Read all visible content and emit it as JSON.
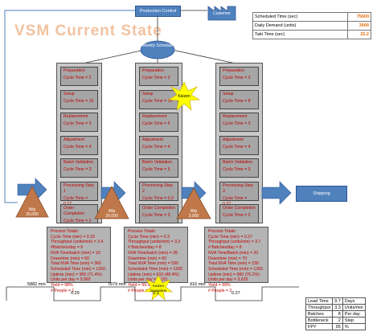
{
  "title": "VSM Current State",
  "production_control": "Production Control",
  "customer": "Customer",
  "weekly_schedule": "Weekly Schedule",
  "shipping": "Shipping",
  "info_table": [
    {
      "label": "Scheduled Time (sec)",
      "value": "75600"
    },
    {
      "label": "Daily Demand (units)",
      "value": "3000"
    },
    {
      "label": "Takt Time (sec)",
      "value": "25.2"
    }
  ],
  "processes": [
    {
      "steps": [
        "Preparation\nCycle Time = 2",
        "Setup\nCycle Time = 10",
        "Replacement\nCycle Time = 3",
        "Adjustment\nCycle Time = 4",
        "Batch Validation\nCycle Time = 3",
        "Processing Step 1\nCycle Time = 0.27",
        "Order Completion\nCycle Time = 2"
      ],
      "totals": [
        "Process Totals:",
        "Cycle Time (min) = 0.29",
        "Throughput (units/min) = 3.4",
        "#Batches/day = 6",
        "NVA Time/batch (min) = 10",
        "Downtime (min) = 60",
        "Total NVA Time (min) = 360",
        "Scheduled Time (min) = 1260",
        "Uptime (min) = 900 (71.4%)",
        "Units per day = 3,060",
        "Yield = 98%",
        "# People = 1"
      ]
    },
    {
      "steps": [
        "Preparation\nCycle Time = 2",
        "Setup\nCycle Time = 15",
        "Replacement\nCycle Time = 5",
        "Adjustment\nCycle Time = 4",
        "Batch Validation\nCycle Time = 5",
        "Processing Step 2\nCycle Time = 0.3",
        "Order Completion\nCycle Time = 3"
      ],
      "totals": [
        "Process Totals:",
        "Cycle Time (min) = 0.3",
        "Throughput (units/min) = 3.3",
        "# Batches/day = 8",
        "NVA Time/batch (min) = 28",
        "Downtime (min) = 60",
        "Total NVA Time (min) = 590",
        "Scheduled Time (min) = 1260",
        "Uptime (min) = 610 (48.4%)",
        "Units per day = 2,191",
        "Yield = 99.9%",
        "# People = 1"
      ]
    },
    {
      "steps": [
        "Preparation\nCycle Time = 2",
        "Setup\nCycle Time = 8",
        "Replacement\nCycle Time = 3",
        "Adjustment\nCycle Time = 4",
        "Batch Validation\nCycle Time = 3",
        "Processing Step 3\nCycle Time = 0.27",
        "Order Completion\nCycle Time = 2"
      ],
      "totals": [
        "Process Totals:",
        "Cycle Time (min) = 0.27",
        "Throughput (units/min) = 3.7",
        "# Batches/day = 8",
        "NVA Time/Batch (min) = 20",
        "Downtime (min) = 70",
        "Total NVA Time (min) = 230",
        "Scheduled Time (min) = 1260",
        "Uptime (min) = 960 (76.2%)",
        "Units per day = 3,626",
        "Yield = 99%",
        "# People = 2"
      ]
    }
  ],
  "wips": [
    {
      "label": "Wip",
      "value": "20,000"
    },
    {
      "label": "Wip",
      "value": "20,000"
    },
    {
      "label": "Wip",
      "value": "3,000"
    }
  ],
  "kaizen": [
    "Kaizen",
    "Kaizen Downtime"
  ],
  "timeline": {
    "waits": [
      "5882",
      "7879",
      "916"
    ],
    "wait_unit": "min",
    "cycles": [
      "0.29",
      "0.3",
      "0.27"
    ]
  },
  "summary": [
    {
      "label": "Lead Time",
      "value": "9.7",
      "unit": "Days"
    },
    {
      "label": "Throughput",
      "value": "3.3",
      "unit": "Units/min"
    },
    {
      "label": "Batches",
      "value": "8",
      "unit": "Per day"
    },
    {
      "label": "Bottleneck",
      "value": "2",
      "unit": "Step"
    },
    {
      "label": "FPY",
      "value": "95",
      "unit": "%"
    }
  ],
  "colors": {
    "accent_blue": "#4f81bd",
    "kaizen_yellow": "#ffff00",
    "wip_orange": "#c0784a",
    "title": "#f2c2a0"
  }
}
